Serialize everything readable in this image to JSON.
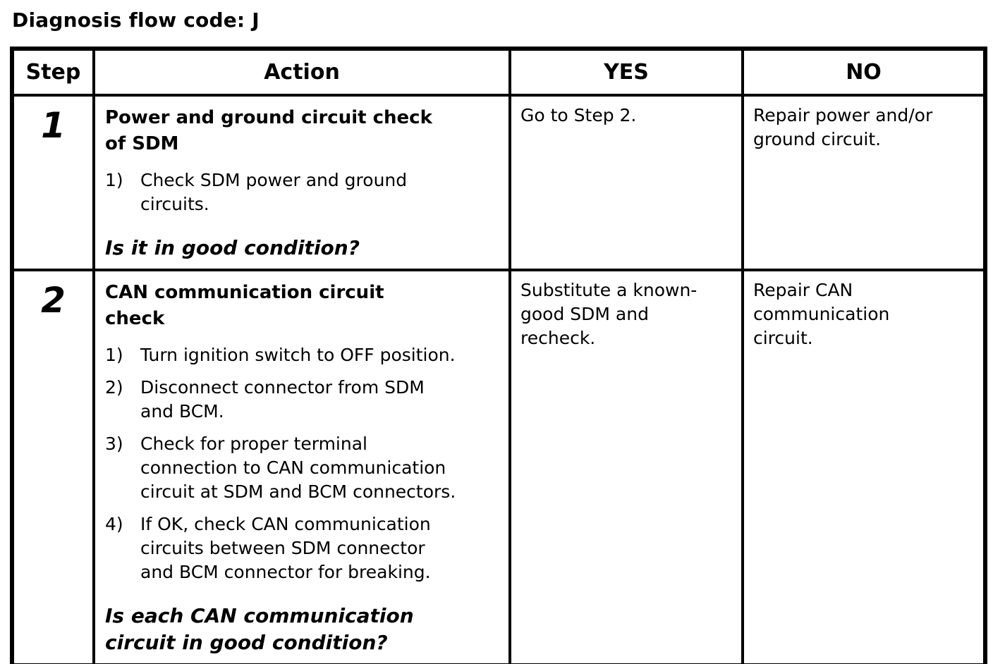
{
  "page": {
    "title": "Diagnosis flow code: J"
  },
  "table": {
    "headers": [
      "Step",
      "Action",
      "YES",
      "NO"
    ],
    "rows": [
      {
        "step": "1",
        "action": {
          "heading": "Power and ground circuit check\nof SDM",
          "items": [
            {
              "num": "1)",
              "text": "Check SDM power and ground\ncircuits."
            }
          ],
          "question": "Is it in good condition?"
        },
        "yes": "Go to Step 2.",
        "no": "Repair power and/or\nground circuit."
      },
      {
        "step": "2",
        "action": {
          "heading": "CAN communication circuit\ncheck",
          "items": [
            {
              "num": "1)",
              "text": "Turn ignition switch to OFF position."
            },
            {
              "num": "2)",
              "text": "Disconnect connector from SDM\nand BCM."
            },
            {
              "num": "3)",
              "text": "Check for proper terminal\nconnection to CAN communication\ncircuit at SDM and BCM connectors."
            },
            {
              "num": "4)",
              "text": "If OK, check CAN communication\ncircuits between SDM connector\nand BCM connector for breaking."
            }
          ],
          "question": "Is each CAN communication\ncircuit in good condition?"
        },
        "yes": "Substitute a known-\ngood SDM and\nrecheck.",
        "no": "Repair CAN\ncommunication\ncircuit."
      }
    ]
  }
}
